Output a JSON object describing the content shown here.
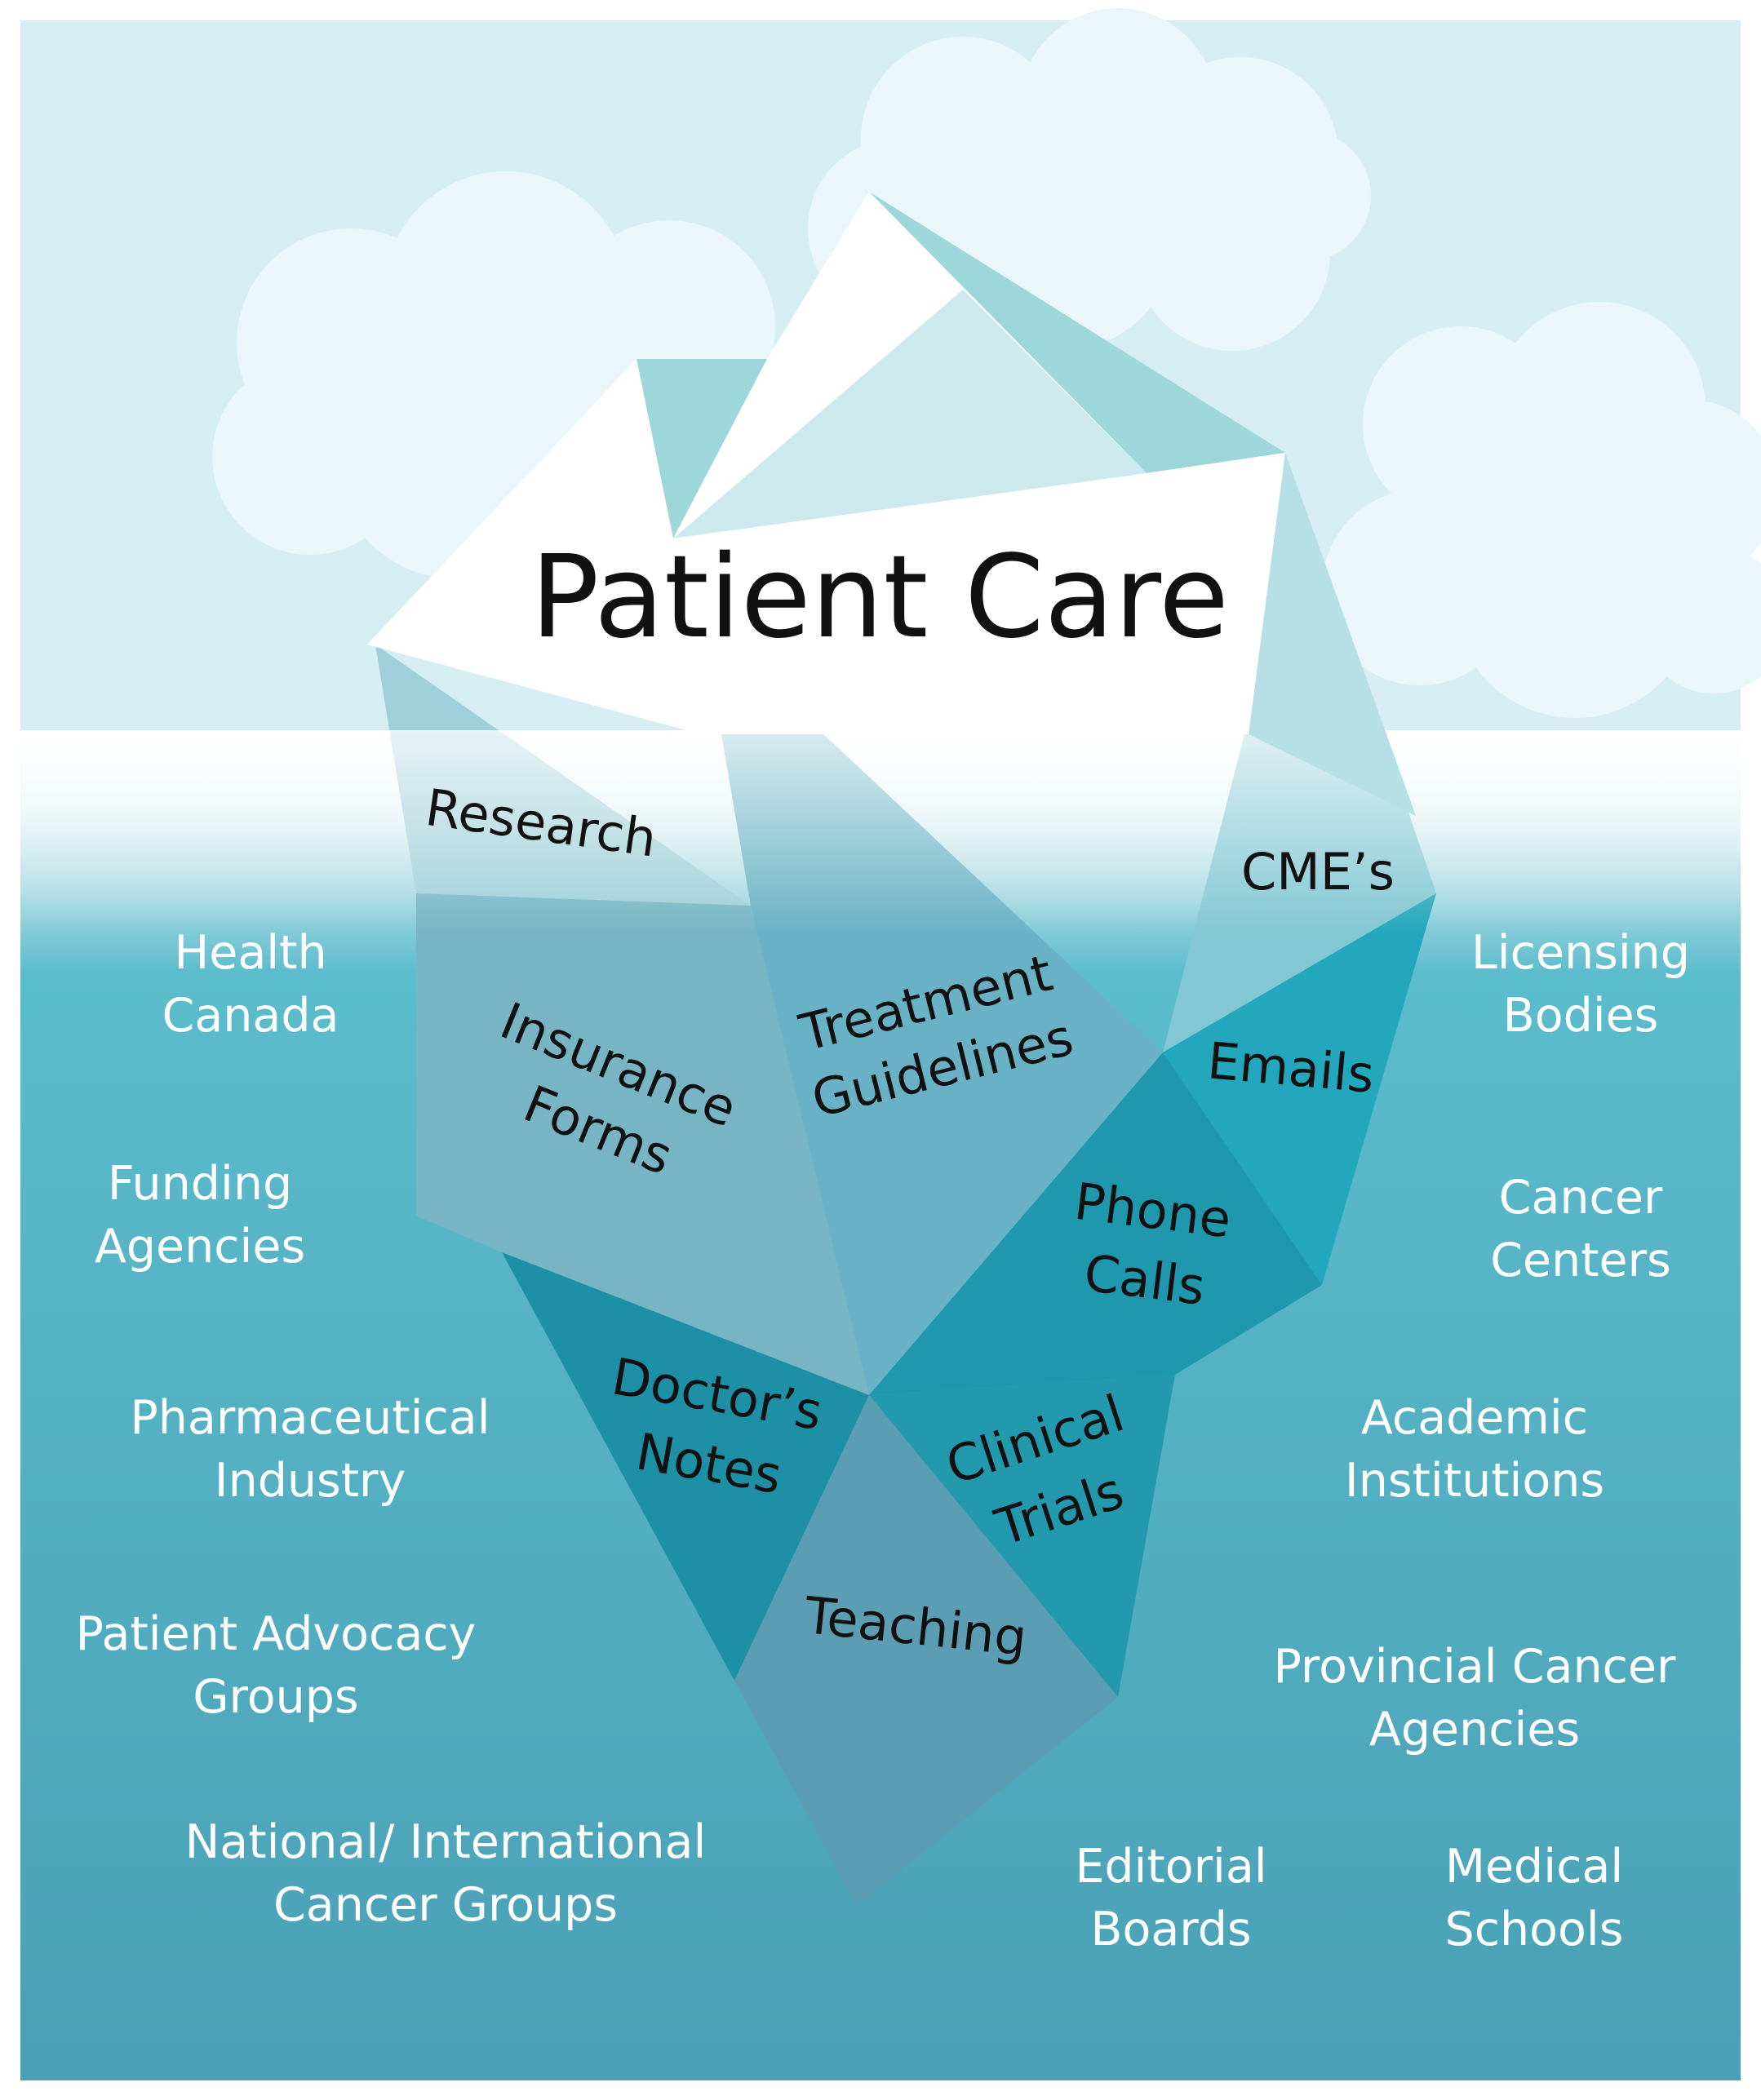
{
  "title": "Patient Care",
  "iceberg_labels": {
    "research": "Research",
    "cmes": "CME’s",
    "treatment_guidelines": [
      "Treatment",
      "Guidelines"
    ],
    "insurance_forms": [
      "Insurance",
      "Forms"
    ],
    "emails": "Emails",
    "phone_calls": [
      "Phone",
      "Calls"
    ],
    "doctors_notes": [
      "Doctor’s",
      "Notes"
    ],
    "clinical_trials": [
      "Clinical",
      "Trials"
    ],
    "teaching": "Teaching"
  },
  "outer_left": [
    [
      "Health",
      "Canada"
    ],
    [
      "Funding",
      "Agencies"
    ],
    [
      "Pharmaceutical",
      "Industry"
    ],
    [
      "Patient Advocacy",
      "Groups"
    ],
    [
      "National/ International",
      "Cancer Groups"
    ]
  ],
  "outer_right": [
    [
      "Licensing",
      "Bodies"
    ],
    [
      "Cancer",
      "Centers"
    ],
    [
      "Academic",
      "Institutions"
    ],
    [
      "Provincial Cancer",
      "Agencies"
    ],
    [
      "Editorial",
      "Boards"
    ],
    [
      "Medical",
      "Schools"
    ]
  ],
  "colors": {
    "sky": "#d6edf3",
    "cloud": "#eaf6f9",
    "water_top": "#dff1f5",
    "water_mid": "#5bbccc",
    "water_bottom": "#4aa3b8",
    "ice_white": "#ffffff",
    "ice_teal": "#9dd7da"
  }
}
